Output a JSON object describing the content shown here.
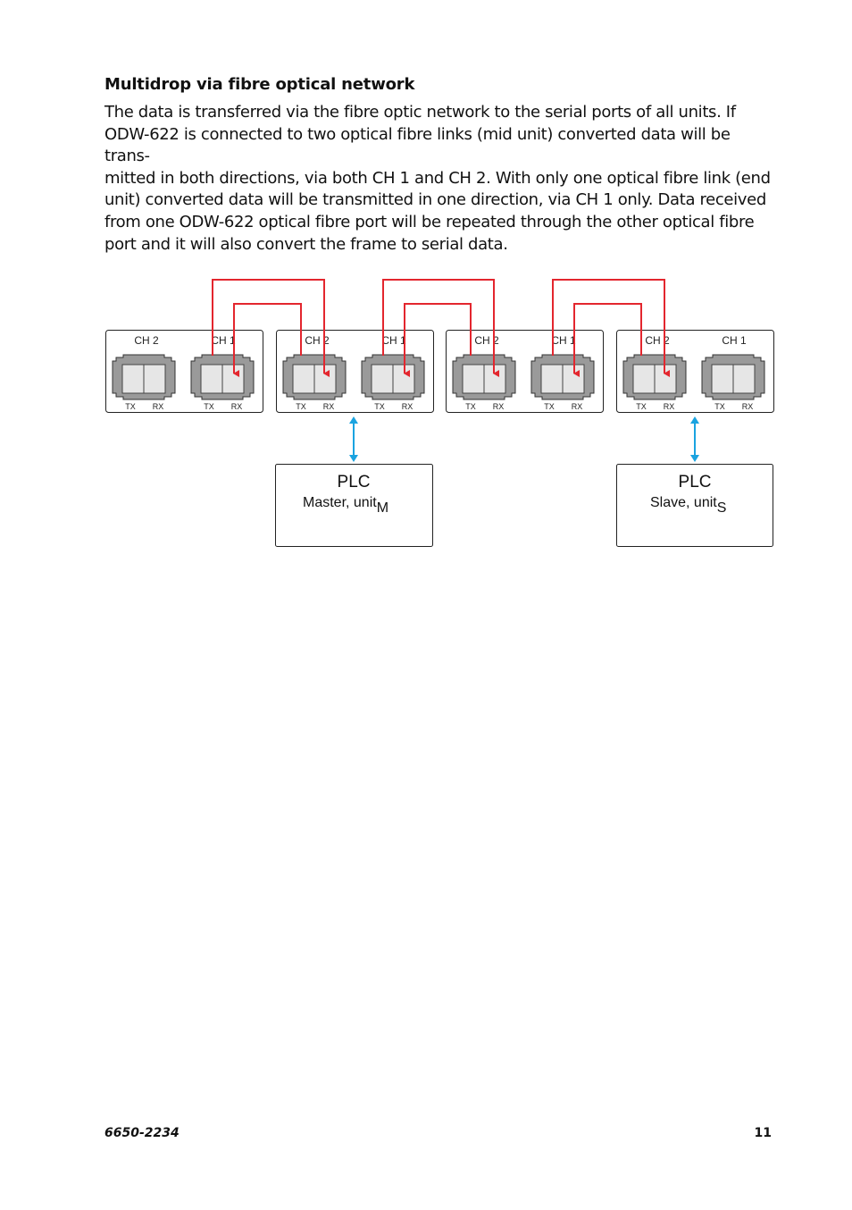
{
  "section": {
    "heading": "Multidrop via fibre optical network",
    "paragraph_lines": [
      "The data is transferred via the fibre optic network to the serial ports of all units. If",
      "ODW-622 is connected to two optical fibre links (mid unit) converted data will be trans-",
      "mitted in both directions, via both CH 1 and CH 2. With only one optical fibre link (end",
      "unit) converted data will be transmitted in one direction, via CH 1 only. Data received",
      "from one ODW-622 optical fibre port will be repeated through the other optical fibre",
      "port and it will also convert the frame to serial data."
    ]
  },
  "diagram": {
    "channel_labels": {
      "ch2": "CH 2",
      "ch1": "CH 1"
    },
    "port_labels": {
      "tx": "TX",
      "rx": "RX"
    },
    "plc_master": {
      "title": "PLC",
      "subtitle": "Master, unit",
      "sub": "M"
    },
    "plc_slave": {
      "title": "PLC",
      "subtitle": "Slave, unit",
      "sub": "S"
    },
    "colors": {
      "fibre": "#e3262e",
      "serial_link": "#1aa3e0",
      "outline": "#222222",
      "connector": "#9a9a9a"
    }
  },
  "footer": {
    "doc_number": "6650-2234",
    "page_number": "11"
  }
}
